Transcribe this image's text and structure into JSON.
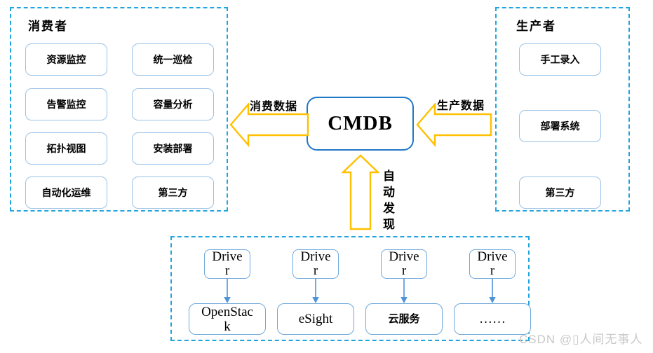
{
  "consumers": {
    "title": "消费者",
    "items": [
      "资源监控",
      "统一巡检",
      "告警监控",
      "容量分析",
      "拓扑视图",
      "安装部署",
      "自动化运维",
      "第三方"
    ]
  },
  "producers": {
    "title": "生产者",
    "items": [
      "手工录入",
      "部署系统",
      "第三方"
    ]
  },
  "center": {
    "label": "CMDB"
  },
  "flows": {
    "consume": "消费数据",
    "produce": "生产数据",
    "discovery": "自动发现"
  },
  "drivers": {
    "driver_label": "Driver",
    "sources": [
      "OpenStack",
      "eSight",
      "云服务",
      "……"
    ]
  },
  "watermark": "CSDN @▯人间无事人",
  "colors": {
    "dashed_border": "#21a5de",
    "light_box_border": "#9cc2e6",
    "bottom_box_border": "#6fa8dc",
    "cmdb_border": "#2277c8",
    "arrow_yellow": "#ffc000",
    "connector_blue": "#4f94d8"
  }
}
